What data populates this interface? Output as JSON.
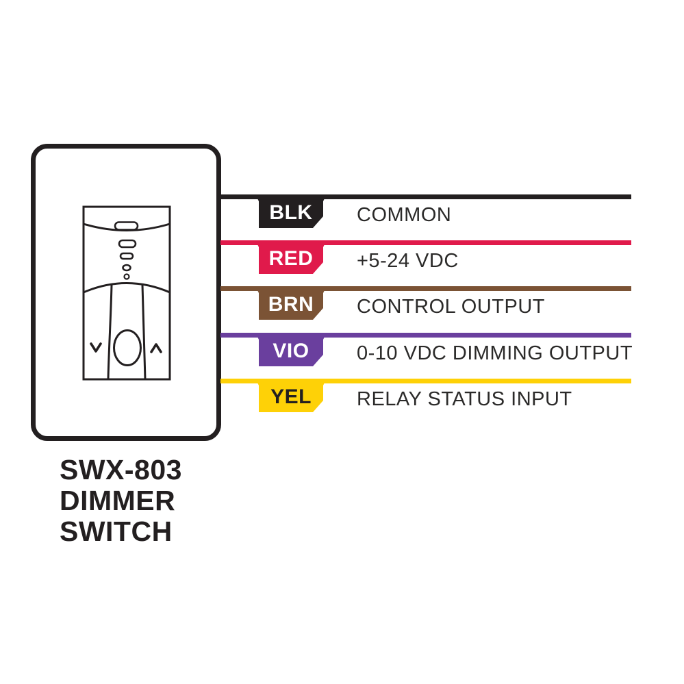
{
  "canvas": {
    "background": "#ffffff",
    "ink_color": "#231f20",
    "label_color": "#2b2a29"
  },
  "device": {
    "name_lines": [
      "SWX-803",
      "DIMMER",
      "SWITCH"
    ]
  },
  "wires": [
    {
      "tag": "BLK",
      "label": "COMMON",
      "color": "#231f20",
      "tag_text_color": "#ffffff"
    },
    {
      "tag": "RED",
      "label": "+5-24 VDC",
      "color": "#e01a4b",
      "tag_text_color": "#ffffff"
    },
    {
      "tag": "BRN",
      "label": "CONTROL OUTPUT",
      "color": "#7b5335",
      "tag_text_color": "#ffffff"
    },
    {
      "tag": "VIO",
      "label": "0-10 VDC DIMMING OUTPUT",
      "color": "#6a3f9e",
      "tag_text_color": "#ffffff"
    },
    {
      "tag": "YEL",
      "label": "RELAY STATUS INPUT",
      "color": "#fed107",
      "tag_text_color": "#231f20"
    }
  ]
}
